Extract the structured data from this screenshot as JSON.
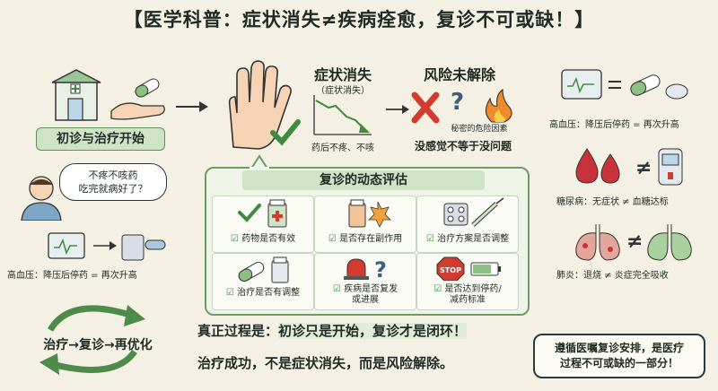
{
  "title": "【医学科普：症状消失≠疾病痊愈，复诊不可或缺！】",
  "left": {
    "start_label": "初诊与治疗开始",
    "bubble": [
      "不疼不咳药",
      "吃完就病好了？"
    ],
    "bp_caption": "高血压：降压后停药 = 再次升高",
    "cycle_label": "治疗→复诊→再优化"
  },
  "middle": {
    "symptoms_title": "症状消失",
    "symptoms_sub": "（症状消失）",
    "symptoms_caption": "药后不疼、不咳",
    "risk_title": "风险未解除",
    "risk_hidden": "秘密的危险因素",
    "risk_caption": "没感觉不等于没问题"
  },
  "evaluation": {
    "title": "复诊的动态评估",
    "cells": [
      {
        "label": "药物是否有效"
      },
      {
        "label": "是否存在副作用"
      },
      {
        "label": "治疗方案是否调整"
      },
      {
        "label": "治疗是否有调整"
      },
      {
        "label": "疾病是否复发\n或进展"
      },
      {
        "label": "是否达到停药/\n减药标准"
      }
    ],
    "stop_text": "STOP"
  },
  "bottom": {
    "line1_prefix": "真正过程是：",
    "line1_body": "初诊只是开始，复诊才是闭环！",
    "line2": "治疗成功，不是症状消失，而是风险解除。"
  },
  "right": {
    "bp_caption": "高血压：降压后停药 = 再次升高",
    "diabetes_caption": "糖尿病：无症状 ≠ 血糖达标",
    "pneumonia_caption": "肺炎：退烧 ≠ 炎症完全吸收",
    "note": [
      "遵循医嘱复诊安排，是医疗",
      "过程不可或缺的一部分！"
    ]
  },
  "colors": {
    "green": "#5f8f5a",
    "banner": "#cfe3c6",
    "red": "#d23b2f",
    "bg": "#f4f0e4"
  }
}
